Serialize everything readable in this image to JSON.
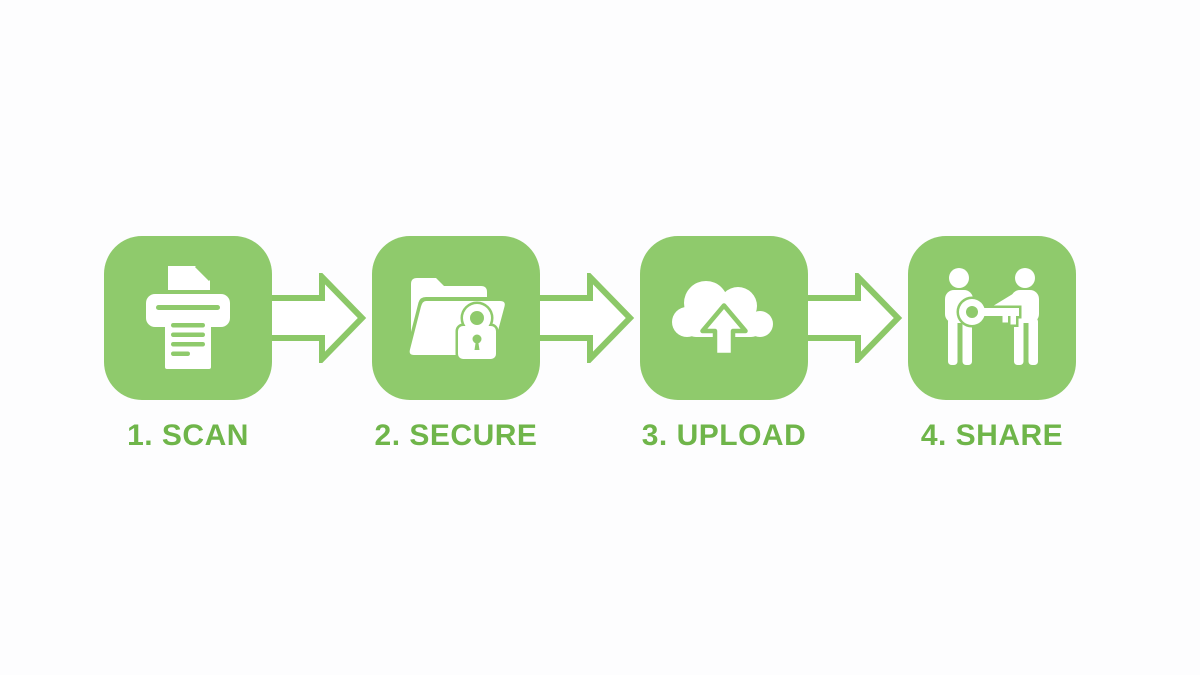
{
  "page": {
    "background": "#FDFDFE"
  },
  "diagram": {
    "type": "process-flow",
    "steps": [
      {
        "number": 1,
        "label": "1. SCAN",
        "icon": "printer-scan-icon"
      },
      {
        "number": 2,
        "label": "2. SECURE",
        "icon": "folder-lock-icon"
      },
      {
        "number": 3,
        "label": "3. UPLOAD",
        "icon": "cloud-upload-icon"
      },
      {
        "number": 4,
        "label": "4. SHARE",
        "icon": "people-handing-key-icon"
      }
    ],
    "connector_icon": "arrow-right-icon",
    "colors": {
      "tile_green": "#8FCA6C",
      "label_green": "#6FB54A",
      "arrow_green": "#8CC868",
      "icon_white": "#FFFFFF",
      "background": "#FDFDFE"
    }
  }
}
